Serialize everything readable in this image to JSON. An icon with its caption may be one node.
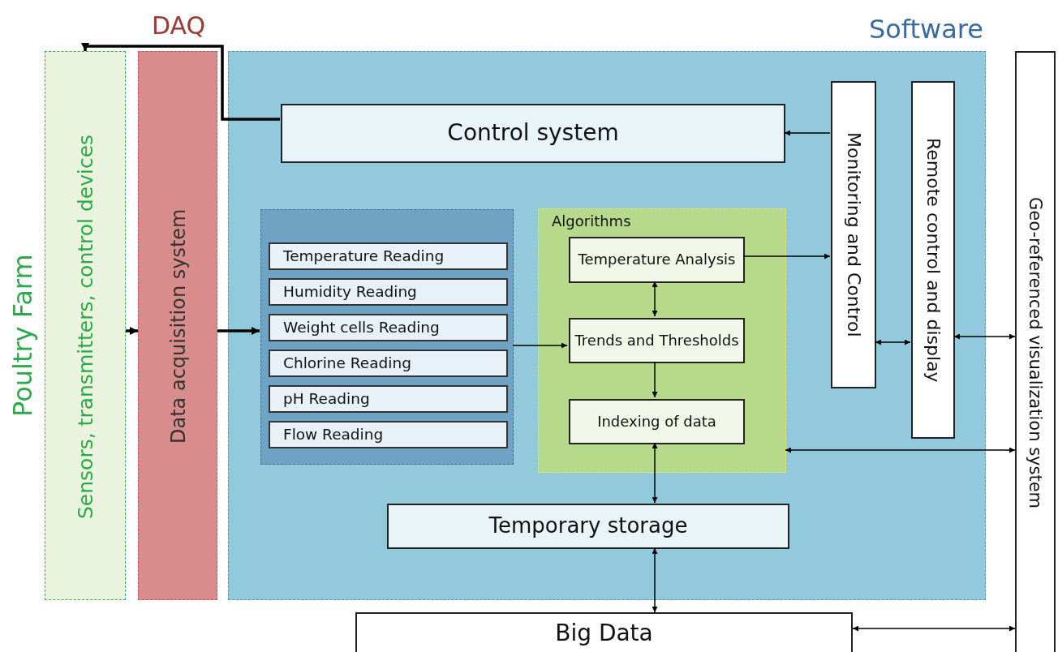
{
  "diagram": {
    "nodes": [
      {
        "text": [
          "Poultry Farm",
          "Sensors, transmitters, control devices"
        ]
      },
      {
        "text": [
          "DAQ",
          "Data acquisition system"
        ]
      },
      {
        "text": [
          "Software"
        ]
      },
      {
        "text": [
          "Control system"
        ],
        "in": 2
      },
      {
        "text": [],
        "shape": "box",
        "in": 2
      },
      {
        "text": [
          "Temperature Reading"
        ],
        "in": 4
      },
      {
        "text": [
          "Humidity Reading"
        ],
        "in": 4
      },
      {
        "text": [
          "Weight cells Reading"
        ],
        "in": 4
      },
      {
        "text": [
          "Chlorine Reading"
        ],
        "in": 4
      },
      {
        "text": [
          "pH Reading"
        ],
        "in": 4
      },
      {
        "text": [
          "Flow Reading"
        ],
        "in": 4
      },
      {
        "text": [
          "Algorithms"
        ],
        "in": 2
      },
      {
        "text": [
          "Temperature Analysis"
        ],
        "in": 11
      },
      {
        "text": [
          "Trends and Thresholds"
        ],
        "in": 11
      },
      {
        "text": [
          "Indexing of data"
        ],
        "in": 11
      },
      {
        "text": [
          "Monitoring and Control"
        ],
        "in": 2
      },
      {
        "text": [
          "Remote control and display"
        ],
        "in": 2
      },
      {
        "text": [
          "Temporary storage"
        ],
        "in": 2
      },
      {
        "text": [
          "Geo-referenced visualization system"
        ]
      },
      {
        "text": [
          "Big Data"
        ]
      }
    ],
    "edges": [
      {
        "from": 3,
        "to": 0,
        "arrow": "to",
        "style": "thick"
      },
      {
        "from": 0,
        "to": 1,
        "arrow": "to",
        "style": "thick"
      },
      {
        "from": 1,
        "to": 4,
        "arrow": "to",
        "style": "thick"
      },
      {
        "from": 4,
        "to": 13,
        "arrow": "to"
      },
      {
        "from": 12,
        "to": 13,
        "arrow": "both"
      },
      {
        "from": 13,
        "to": 14,
        "arrow": "to"
      },
      {
        "from": 12,
        "to": 15,
        "arrow": "to"
      },
      {
        "from": 15,
        "to": 3,
        "arrow": "to"
      },
      {
        "from": 15,
        "to": 16,
        "arrow": "both"
      },
      {
        "from": 16,
        "to": 18,
        "arrow": "both"
      },
      {
        "from": 11,
        "to": 18,
        "arrow": "both"
      },
      {
        "from": 14,
        "to": 17,
        "arrow": "both"
      },
      {
        "from": 17,
        "to": 19,
        "arrow": "both"
      },
      {
        "from": 19,
        "to": 18,
        "arrow": "both"
      }
    ]
  }
}
